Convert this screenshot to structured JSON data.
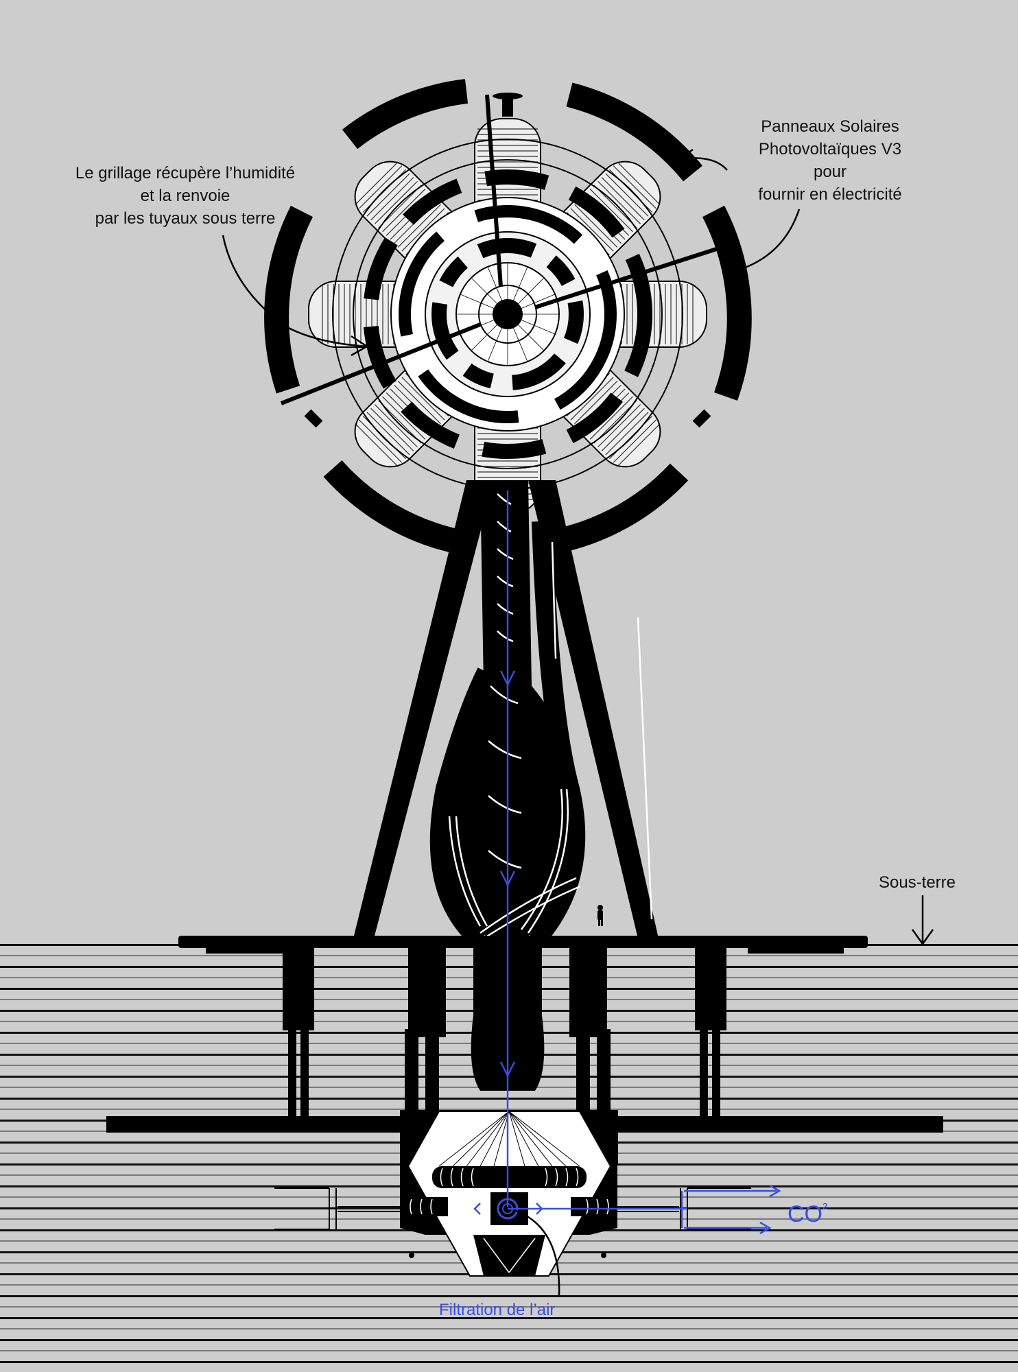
{
  "diagram": {
    "subject": "Tour de captation (éolienne solaire) avec filtration de l'air sous terre",
    "colors": {
      "background": "#cdcdcd",
      "structure": "#000000",
      "flow_arrows": "#3a4ee0",
      "ground_line_dark": "#111111",
      "ground_line_light": "#7a7a7a"
    }
  },
  "annotations": {
    "grille": {
      "lines": [
        "Le grillage récupère l’humidité",
        "et la renvoie",
        "par les tuyaux sous terre"
      ],
      "arrow_icon": "curved-arrow-icon"
    },
    "solar": {
      "lines": [
        "Panneaux Solaires",
        "Photovoltaïques V3",
        "pour",
        "fournir en électricité"
      ],
      "arrow_icon": "curved-arrow-icon"
    },
    "underground": {
      "label": "Sous-terre",
      "arrow_icon": "down-arrow-icon"
    },
    "co2": {
      "label": "CO",
      "superscript": "²"
    },
    "filtration": {
      "label": "Filtration de l’air"
    }
  }
}
